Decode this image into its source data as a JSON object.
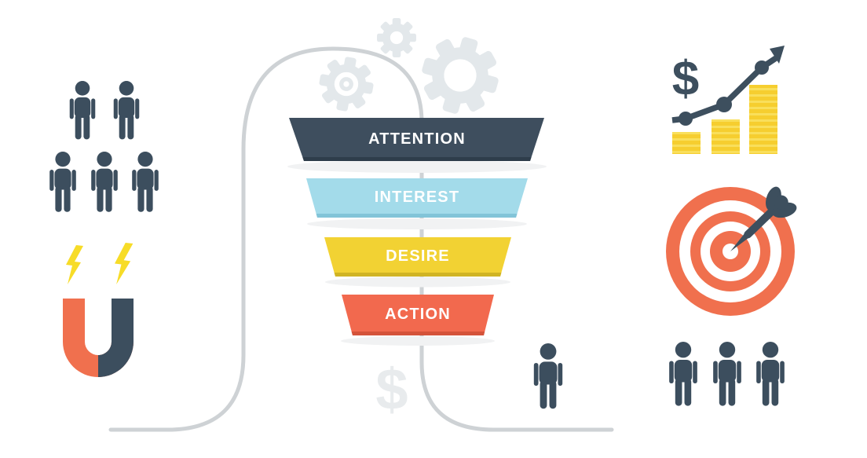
{
  "diagram": {
    "name": "AIDA sales funnel infographic",
    "funnel": {
      "stages": [
        {
          "label": "ATTENTION",
          "color": "#3E4E5E",
          "edge": "#2E3D4B"
        },
        {
          "label": "INTEREST",
          "color": "#A3DBEA",
          "edge": "#82C4D8"
        },
        {
          "label": "DESIRE",
          "color": "#F2D233",
          "edge": "#D0B424"
        },
        {
          "label": "ACTION",
          "color": "#F2694E",
          "edge": "#D4533A"
        }
      ]
    },
    "glyphs": {
      "dollar": "$"
    },
    "palette": {
      "navy": "#3C4E5E",
      "orange": "#F0704E",
      "coin_yellow": "#F6CE2F",
      "coin_stripe": "#F9DF5B",
      "bolt_yellow": "#F7DC28",
      "light_blue": "#A3DBEA",
      "gear_gray": "#E3E8EB",
      "line_gray": "#CED2D5",
      "faint_gray": "#E8EBED",
      "shadow_gray": "#F1F2F3"
    },
    "icons": [
      {
        "name": "audience-people-group",
        "count": 5,
        "position": "top-left"
      },
      {
        "name": "lightning-bolts",
        "count": 2,
        "position": "mid-left"
      },
      {
        "name": "magnet",
        "position": "bottom-left"
      },
      {
        "name": "gears",
        "count": 3,
        "position": "top-center"
      },
      {
        "name": "customer-journey-line",
        "position": "center"
      },
      {
        "name": "dollar-sign-gray",
        "position": "bottom-center"
      },
      {
        "name": "converted-customer-person",
        "position": "bottom-center-right"
      },
      {
        "name": "revenue-growth-chart",
        "position": "top-right"
      },
      {
        "name": "target-with-dart",
        "position": "mid-right"
      },
      {
        "name": "customers-people-row",
        "count": 3,
        "position": "bottom-right"
      }
    ]
  }
}
